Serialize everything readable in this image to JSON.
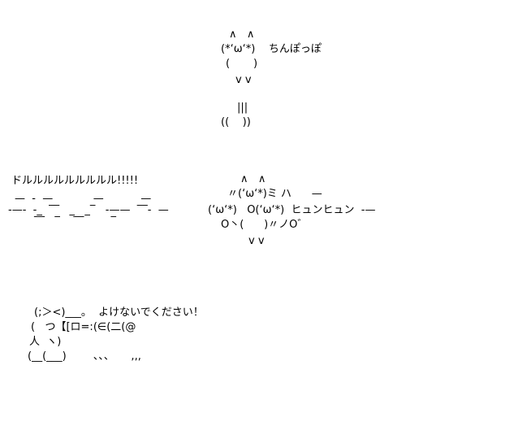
{
  "top_figure": {
    "lines": [
      "∧   ∧",
      "(*‘ω‘*)    ちんぽっぽ",
      "(       )",
      "v v",
      "|||",
      "((    ))"
    ]
  },
  "middle_figure": {
    "left_text": "ドルルルルルルルルル!!!!!",
    "speed_lines_1": "—  -  —            —           —",
    "speed_lines_2": "-—-  -_  ‾‾   _   _‾   -——  ‾‾-  —",
    "speed_lines_3": "‾‾   ‾    ‾‾        ‾",
    "right_lines": [
      "∧   ∧",
      "〃(‘ω‘*)ミ ハ      —",
      "(‘ω‘*)   O(‘ω‘*)  ヒュンヒュン  -—",
      "O丶(      )〃ノO゛",
      "v v"
    ]
  },
  "bottom_figure": {
    "lines": [
      "(;＞<)___。  よけないでください！",
      "(   つ【[ロ=:(∈(二(@",
      "人  ヽ)",
      "(__(___)        、、、     ,,,"
    ]
  }
}
